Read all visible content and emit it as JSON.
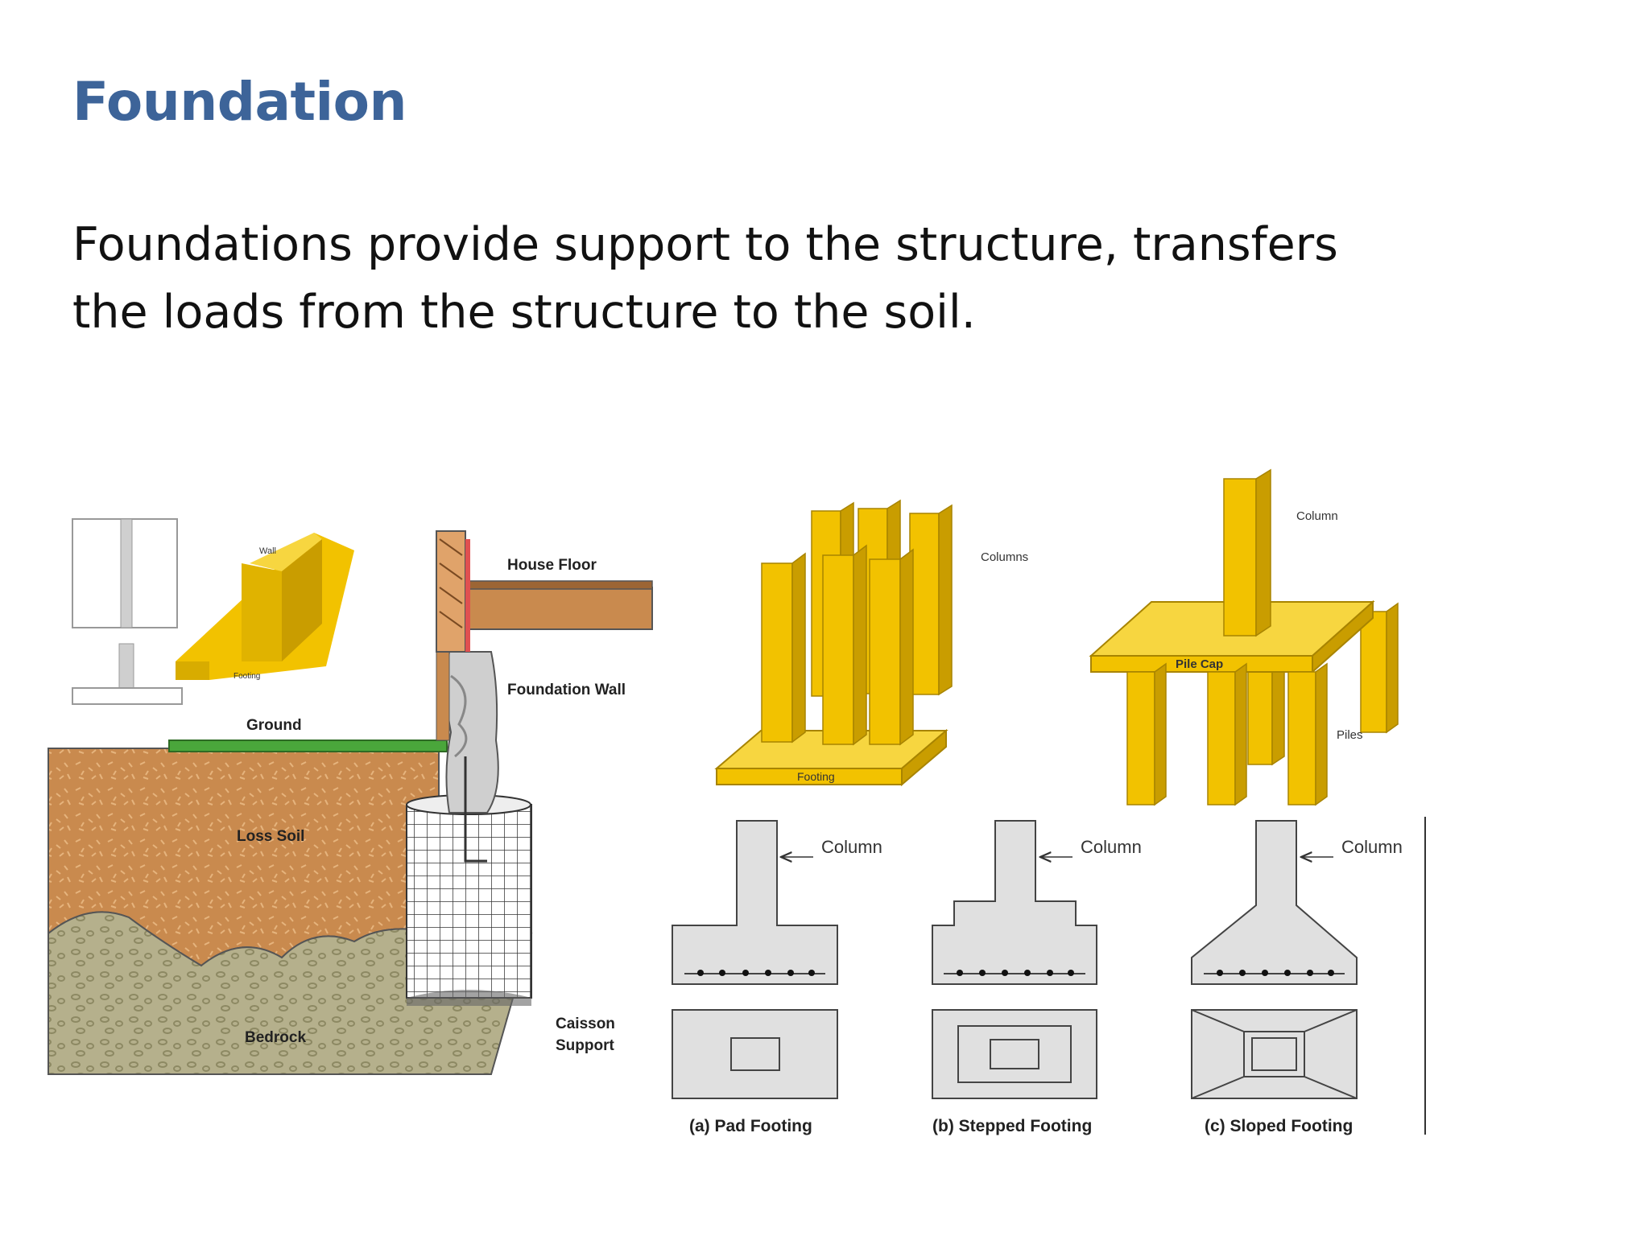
{
  "slide": {
    "title": "Foundation",
    "body_line1": "Foundations provide support to the structure, transfers",
    "body_line2": "the loads from the structure to the soil."
  },
  "figure": {
    "wall_footing": {
      "wall_label": "Wall",
      "footing_label": "Footing"
    },
    "caisson": {
      "house_floor": "House Floor",
      "foundation_wall": "Foundation Wall",
      "ground": "Ground",
      "loss_soil": "Loss Soil",
      "bedrock": "Bedrock",
      "caisson_line1": "Caisson",
      "caisson_line2": "Support"
    },
    "raft": {
      "columns_label": "Columns",
      "footing_label": "Footing"
    },
    "pile": {
      "column_label": "Column",
      "pile_cap_label": "Pile Cap",
      "piles_label": "Piles"
    },
    "footings": [
      {
        "column_label": "Column",
        "caption": "(a) Pad Footing"
      },
      {
        "column_label": "Column",
        "caption": "(b) Stepped Footing"
      },
      {
        "column_label": "Column",
        "caption": "(c) Sloped Footing"
      }
    ]
  },
  "colors": {
    "title": "#3d6499",
    "timber": "#f2c200",
    "timber_dark": "#c99d00",
    "soil": "#c98a4e",
    "bedrock": "#b5b08c",
    "grass": "#4aa63b",
    "concrete": "#d9d9d9"
  }
}
